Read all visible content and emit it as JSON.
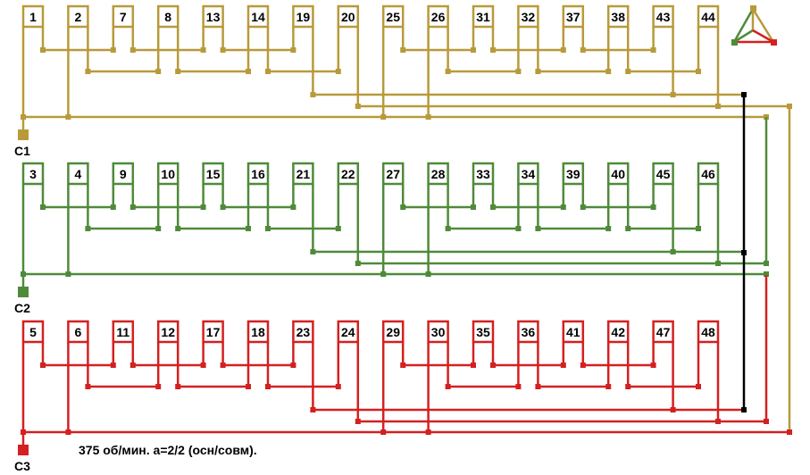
{
  "phases": [
    {
      "name": "C1",
      "color": "#b89a3a",
      "coils": [
        "1",
        "2",
        "7",
        "8",
        "13",
        "14",
        "19",
        "20",
        "25",
        "26",
        "31",
        "32",
        "37",
        "38",
        "43",
        "44"
      ]
    },
    {
      "name": "C2",
      "color": "#4f8a3a",
      "coils": [
        "3",
        "4",
        "9",
        "10",
        "15",
        "16",
        "21",
        "22",
        "27",
        "28",
        "33",
        "34",
        "39",
        "40",
        "45",
        "46"
      ]
    },
    {
      "name": "C3",
      "color": "#d42020",
      "coils": [
        "5",
        "6",
        "11",
        "12",
        "17",
        "18",
        "23",
        "24",
        "29",
        "30",
        "35",
        "36",
        "41",
        "42",
        "47",
        "48"
      ]
    }
  ],
  "note": "375 об/мин. а=2/2 (осн/совм).",
  "star_color": "#000000"
}
